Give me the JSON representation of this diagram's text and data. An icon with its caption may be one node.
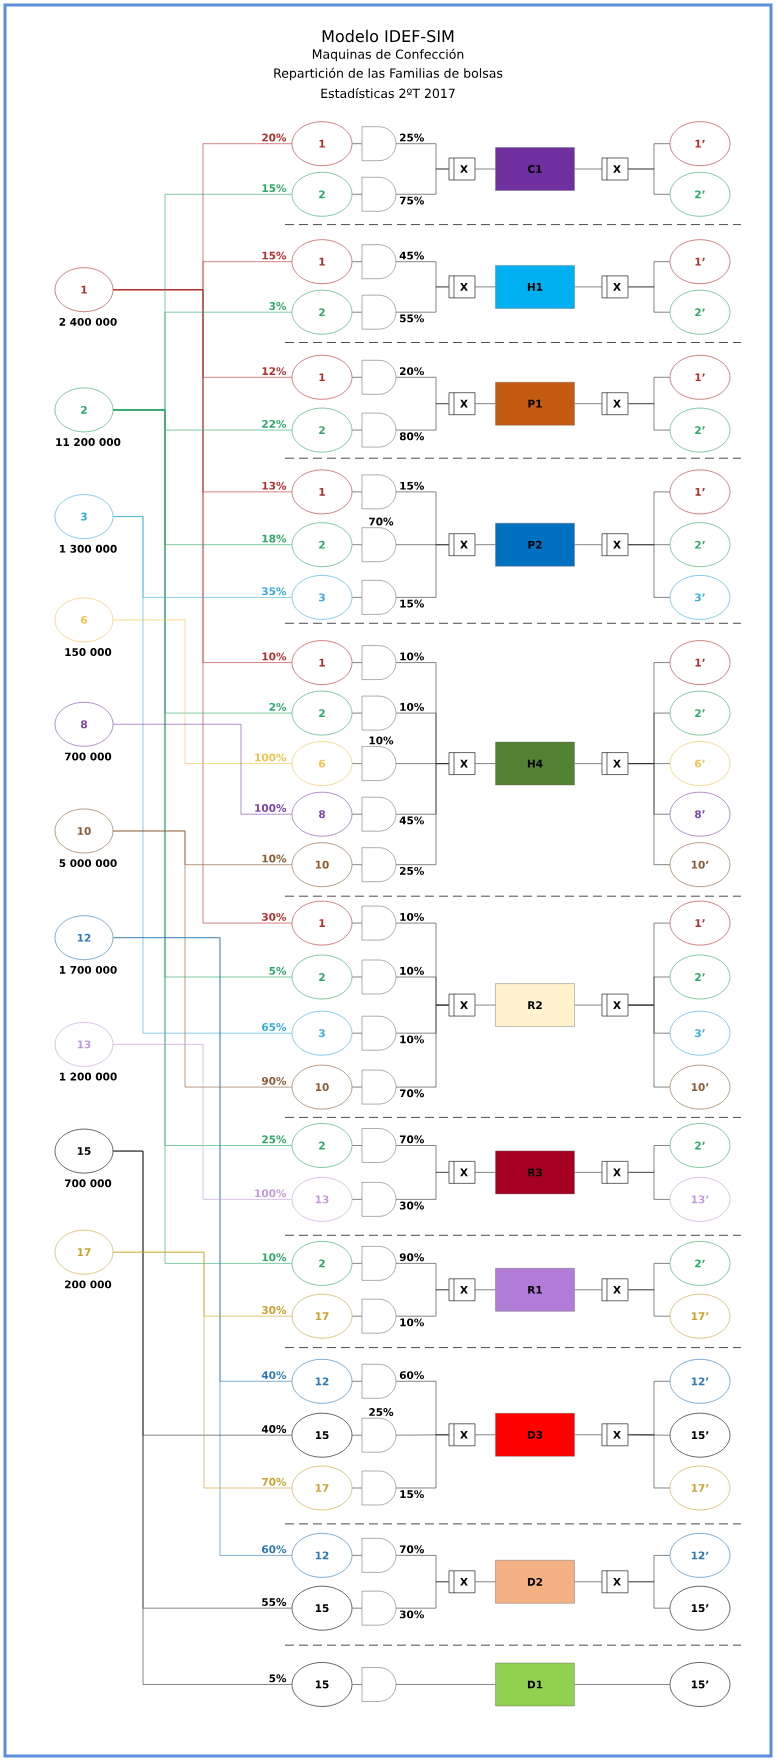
{
  "diagram": {
    "title": "Modelo IDEF-SIM",
    "labels": [
      "Maquinas de Confección",
      "Repartición de las Familias de bolsas",
      "Estadísticas 2ºT 2017"
    ],
    "nodes": [
      {
        "text": [
          "1"
        ],
        "beside": [
          "2 400 000"
        ]
      },
      {
        "text": [
          "2"
        ],
        "beside": [
          "11 200 000"
        ]
      },
      {
        "text": [
          "3"
        ],
        "beside": [
          "1 300 000"
        ]
      },
      {
        "text": [
          "6"
        ],
        "beside": [
          "150 000"
        ]
      },
      {
        "text": [
          "8"
        ],
        "beside": [
          "700 000"
        ]
      },
      {
        "text": [
          "10"
        ],
        "beside": [
          "5 000 000"
        ]
      },
      {
        "text": [
          "12"
        ],
        "beside": [
          "1 700 000"
        ]
      },
      {
        "text": [
          "13"
        ],
        "beside": [
          "1 200 000"
        ]
      },
      {
        "text": [
          "15"
        ],
        "beside": [
          "700 000"
        ]
      },
      {
        "text": [
          "17"
        ],
        "beside": [
          "200 000"
        ]
      },
      {
        "text": [
          "1"
        ]
      },
      {
        "text": [
          "2"
        ]
      },
      {
        "text": [],
        "shape": "gate",
        "beside": [
          "25%"
        ]
      },
      {
        "text": [],
        "shape": "gate",
        "beside": [
          "75%"
        ]
      },
      {
        "text": [
          "X"
        ]
      },
      {
        "text": [
          "C1"
        ]
      },
      {
        "text": [
          "X"
        ]
      },
      {
        "text": [
          "1’"
        ]
      },
      {
        "text": [
          "2’"
        ]
      },
      {
        "text": [
          "1"
        ]
      },
      {
        "text": [
          "2"
        ]
      },
      {
        "text": [],
        "shape": "gate",
        "beside": [
          "45%"
        ]
      },
      {
        "text": [],
        "shape": "gate",
        "beside": [
          "55%"
        ]
      },
      {
        "text": [
          "X"
        ]
      },
      {
        "text": [
          "H1"
        ]
      },
      {
        "text": [
          "X"
        ]
      },
      {
        "text": [
          "1’"
        ]
      },
      {
        "text": [
          "2’"
        ]
      },
      {
        "text": [
          "1"
        ]
      },
      {
        "text": [
          "2"
        ]
      },
      {
        "text": [],
        "shape": "gate",
        "beside": [
          "20%"
        ]
      },
      {
        "text": [],
        "shape": "gate",
        "beside": [
          "80%"
        ]
      },
      {
        "text": [
          "X"
        ]
      },
      {
        "text": [
          "P1"
        ]
      },
      {
        "text": [
          "X"
        ]
      },
      {
        "text": [
          "1’"
        ]
      },
      {
        "text": [
          "2’"
        ]
      },
      {
        "text": [
          "1"
        ]
      },
      {
        "text": [
          "2"
        ]
      },
      {
        "text": [
          "3"
        ]
      },
      {
        "text": [],
        "shape": "gate",
        "beside": [
          "15%"
        ]
      },
      {
        "text": [],
        "shape": "gate",
        "beside": [
          "70%"
        ]
      },
      {
        "text": [],
        "shape": "gate",
        "beside": [
          "15%"
        ]
      },
      {
        "text": [
          "X"
        ]
      },
      {
        "text": [
          "P2"
        ]
      },
      {
        "text": [
          "X"
        ]
      },
      {
        "text": [
          "1’"
        ]
      },
      {
        "text": [
          "2’"
        ]
      },
      {
        "text": [
          "3’"
        ]
      },
      {
        "text": [
          "1"
        ]
      },
      {
        "text": [
          "2"
        ]
      },
      {
        "text": [
          "6"
        ]
      },
      {
        "text": [
          "8"
        ]
      },
      {
        "text": [
          "10"
        ]
      },
      {
        "text": [],
        "shape": "gate",
        "beside": [
          "10%"
        ]
      },
      {
        "text": [],
        "shape": "gate",
        "beside": [
          "10%"
        ]
      },
      {
        "text": [],
        "shape": "gate",
        "beside": [
          "10%"
        ]
      },
      {
        "text": [],
        "shape": "gate",
        "beside": [
          "45%"
        ]
      },
      {
        "text": [],
        "shape": "gate",
        "beside": [
          "25%"
        ]
      },
      {
        "text": [
          "X"
        ]
      },
      {
        "text": [
          "H4"
        ]
      },
      {
        "text": [
          "X"
        ]
      },
      {
        "text": [
          "1’"
        ]
      },
      {
        "text": [
          "2’"
        ]
      },
      {
        "text": [
          "6’"
        ]
      },
      {
        "text": [
          "8’"
        ]
      },
      {
        "text": [
          "10’"
        ]
      },
      {
        "text": [
          "1"
        ]
      },
      {
        "text": [
          "2"
        ]
      },
      {
        "text": [
          "3"
        ]
      },
      {
        "text": [
          "10"
        ]
      },
      {
        "text": [],
        "shape": "gate",
        "beside": [
          "10%"
        ]
      },
      {
        "text": [],
        "shape": "gate",
        "beside": [
          "10%"
        ]
      },
      {
        "text": [],
        "shape": "gate",
        "beside": [
          "10%"
        ]
      },
      {
        "text": [],
        "shape": "gate",
        "beside": [
          "70%"
        ]
      },
      {
        "text": [
          "X"
        ]
      },
      {
        "text": [
          "R2"
        ]
      },
      {
        "text": [
          "X"
        ]
      },
      {
        "text": [
          "1’"
        ]
      },
      {
        "text": [
          "2’"
        ]
      },
      {
        "text": [
          "3’"
        ]
      },
      {
        "text": [
          "10’"
        ]
      },
      {
        "text": [
          "2"
        ]
      },
      {
        "text": [
          "13"
        ]
      },
      {
        "text": [],
        "shape": "gate",
        "beside": [
          "70%"
        ]
      },
      {
        "text": [],
        "shape": "gate",
        "beside": [
          "30%"
        ]
      },
      {
        "text": [
          "X"
        ]
      },
      {
        "text": [
          "R3"
        ]
      },
      {
        "text": [
          "X"
        ]
      },
      {
        "text": [
          "2’"
        ]
      },
      {
        "text": [
          "13’"
        ]
      },
      {
        "text": [
          "2"
        ]
      },
      {
        "text": [
          "17"
        ]
      },
      {
        "text": [],
        "shape": "gate",
        "beside": [
          "90%"
        ]
      },
      {
        "text": [],
        "shape": "gate",
        "beside": [
          "10%"
        ]
      },
      {
        "text": [
          "X"
        ]
      },
      {
        "text": [
          "R1"
        ]
      },
      {
        "text": [
          "X"
        ]
      },
      {
        "text": [
          "2’"
        ]
      },
      {
        "text": [
          "17’"
        ]
      },
      {
        "text": [
          "12"
        ]
      },
      {
        "text": [
          "15"
        ]
      },
      {
        "text": [
          "17"
        ]
      },
      {
        "text": [],
        "shape": "gate",
        "beside": [
          "60%"
        ]
      },
      {
        "text": [],
        "shape": "gate",
        "beside": [
          "25%"
        ]
      },
      {
        "text": [],
        "shape": "gate",
        "beside": [
          "15%"
        ]
      },
      {
        "text": [
          "X"
        ]
      },
      {
        "text": [
          "D3"
        ]
      },
      {
        "text": [
          "X"
        ]
      },
      {
        "text": [
          "12’"
        ]
      },
      {
        "text": [
          "15’"
        ]
      },
      {
        "text": [
          "17’"
        ]
      },
      {
        "text": [
          "12"
        ]
      },
      {
        "text": [
          "15"
        ]
      },
      {
        "text": [],
        "shape": "gate",
        "beside": [
          "70%"
        ]
      },
      {
        "text": [],
        "shape": "gate",
        "beside": [
          "30%"
        ]
      },
      {
        "text": [
          "X"
        ]
      },
      {
        "text": [
          "D2"
        ]
      },
      {
        "text": [
          "X"
        ]
      },
      {
        "text": [
          "12’"
        ]
      },
      {
        "text": [
          "15’"
        ]
      },
      {
        "text": [
          "15"
        ]
      },
      {
        "text": [],
        "shape": "gate"
      },
      {
        "text": [
          "D1"
        ]
      },
      {
        "text": [
          "15’"
        ]
      }
    ],
    "edges": [
      {
        "from": 0,
        "to": 10,
        "arrow": "none",
        "label": "20%",
        "color": "#b0302e"
      },
      {
        "from": 0,
        "to": 19,
        "arrow": "none",
        "label": "15%",
        "color": "#b0302e"
      },
      {
        "from": 0,
        "to": 28,
        "arrow": "none",
        "label": "12%",
        "color": "#b0302e"
      },
      {
        "from": 0,
        "to": 37,
        "arrow": "none",
        "label": "13%",
        "color": "#b0302e"
      },
      {
        "from": 0,
        "to": 49,
        "arrow": "none",
        "label": "10%",
        "color": "#b0302e"
      },
      {
        "from": 0,
        "to": 67,
        "arrow": "none",
        "label": "30%",
        "color": "#b0302e"
      },
      {
        "from": 1,
        "to": 11,
        "arrow": "none",
        "label": "15%",
        "color": "#2ea866"
      },
      {
        "from": 1,
        "to": 20,
        "arrow": "none",
        "label": "3%",
        "color": "#2ea866"
      },
      {
        "from": 1,
        "to": 29,
        "arrow": "none",
        "label": "22%",
        "color": "#2ea866"
      },
      {
        "from": 1,
        "to": 38,
        "arrow": "none",
        "label": "18%",
        "color": "#2ea866"
      },
      {
        "from": 1,
        "to": 50,
        "arrow": "none",
        "label": "2%",
        "color": "#2ea866"
      },
      {
        "from": 1,
        "to": 68,
        "arrow": "none",
        "label": "5%",
        "color": "#2ea866"
      },
      {
        "from": 1,
        "to": 82,
        "arrow": "none",
        "label": "25%",
        "color": "#2ea866"
      },
      {
        "from": 1,
        "to": 91,
        "arrow": "none",
        "label": "10%",
        "color": "#2ea866"
      },
      {
        "from": 2,
        "to": 39,
        "arrow": "none",
        "label": "35%",
        "color": "#36acd8"
      },
      {
        "from": 2,
        "to": 69,
        "arrow": "none",
        "label": "65%",
        "color": "#36acd8"
      },
      {
        "from": 3,
        "to": 51,
        "arrow": "none",
        "label": "100%",
        "color": "#f0c24a"
      },
      {
        "from": 4,
        "to": 52,
        "arrow": "none",
        "label": "100%",
        "color": "#7d45a8"
      },
      {
        "from": 5,
        "to": 53,
        "arrow": "none",
        "label": "10%",
        "color": "#8c5a32"
      },
      {
        "from": 5,
        "to": 70,
        "arrow": "none",
        "label": "90%",
        "color": "#8c5a32"
      },
      {
        "from": 6,
        "to": 100,
        "arrow": "none",
        "label": "40%",
        "color": "#2b78b4"
      },
      {
        "from": 6,
        "to": 112,
        "arrow": "none",
        "label": "60%",
        "color": "#2b78b4"
      },
      {
        "from": 7,
        "to": 83,
        "arrow": "none",
        "label": "100%",
        "color": "#c39bdb"
      },
      {
        "from": 8,
        "to": 101,
        "arrow": "none",
        "label": "40%"
      },
      {
        "from": 8,
        "to": 113,
        "arrow": "none",
        "label": "55%"
      },
      {
        "from": 8,
        "to": 121,
        "arrow": "none",
        "label": "5%"
      },
      {
        "from": 9,
        "to": 92,
        "arrow": "none",
        "label": "30%",
        "color": "#c8a22c"
      },
      {
        "from": 9,
        "to": 102,
        "arrow": "none",
        "label": "70%",
        "color": "#c8a22c"
      },
      {
        "from": 10,
        "to": 12,
        "arrow": "none"
      },
      {
        "from": 11,
        "to": 13,
        "arrow": "none"
      },
      {
        "from": 12,
        "to": 14,
        "arrow": "none"
      },
      {
        "from": 13,
        "to": 14,
        "arrow": "none"
      },
      {
        "from": 14,
        "to": 15,
        "arrow": "none"
      },
      {
        "from": 15,
        "to": 16,
        "arrow": "none"
      },
      {
        "from": 16,
        "to": 17,
        "arrow": "none"
      },
      {
        "from": 16,
        "to": 18,
        "arrow": "none"
      },
      {
        "from": 19,
        "to": 21,
        "arrow": "none"
      },
      {
        "from": 20,
        "to": 22,
        "arrow": "none"
      },
      {
        "from": 21,
        "to": 23,
        "arrow": "none"
      },
      {
        "from": 22,
        "to": 23,
        "arrow": "none"
      },
      {
        "from": 23,
        "to": 24,
        "arrow": "none"
      },
      {
        "from": 24,
        "to": 25,
        "arrow": "none"
      },
      {
        "from": 25,
        "to": 26,
        "arrow": "none"
      },
      {
        "from": 25,
        "to": 27,
        "arrow": "none"
      },
      {
        "from": 28,
        "to": 30,
        "arrow": "none"
      },
      {
        "from": 29,
        "to": 31,
        "arrow": "none"
      },
      {
        "from": 30,
        "to": 32,
        "arrow": "none"
      },
      {
        "from": 31,
        "to": 32,
        "arrow": "none"
      },
      {
        "from": 32,
        "to": 33,
        "arrow": "none"
      },
      {
        "from": 33,
        "to": 34,
        "arrow": "none"
      },
      {
        "from": 34,
        "to": 35,
        "arrow": "none"
      },
      {
        "from": 34,
        "to": 36,
        "arrow": "none"
      },
      {
        "from": 37,
        "to": 40,
        "arrow": "none"
      },
      {
        "from": 38,
        "to": 41,
        "arrow": "none"
      },
      {
        "from": 39,
        "to": 42,
        "arrow": "none"
      },
      {
        "from": 40,
        "to": 43,
        "arrow": "none"
      },
      {
        "from": 41,
        "to": 43,
        "arrow": "none"
      },
      {
        "from": 42,
        "to": 43,
        "arrow": "none"
      },
      {
        "from": 43,
        "to": 44,
        "arrow": "none"
      },
      {
        "from": 44,
        "to": 45,
        "arrow": "none"
      },
      {
        "from": 45,
        "to": 46,
        "arrow": "none"
      },
      {
        "from": 45,
        "to": 47,
        "arrow": "none"
      },
      {
        "from": 45,
        "to": 48,
        "arrow": "none"
      },
      {
        "from": 49,
        "to": 54,
        "arrow": "none"
      },
      {
        "from": 50,
        "to": 55,
        "arrow": "none"
      },
      {
        "from": 51,
        "to": 56,
        "arrow": "none"
      },
      {
        "from": 52,
        "to": 57,
        "arrow": "none"
      },
      {
        "from": 53,
        "to": 58,
        "arrow": "none"
      },
      {
        "from": 54,
        "to": 59,
        "arrow": "none"
      },
      {
        "from": 55,
        "to": 59,
        "arrow": "none"
      },
      {
        "from": 56,
        "to": 59,
        "arrow": "none"
      },
      {
        "from": 57,
        "to": 59,
        "arrow": "none"
      },
      {
        "from": 58,
        "to": 59,
        "arrow": "none"
      },
      {
        "from": 59,
        "to": 60,
        "arrow": "none"
      },
      {
        "from": 60,
        "to": 61,
        "arrow": "none"
      },
      {
        "from": 61,
        "to": 62,
        "arrow": "none"
      },
      {
        "from": 61,
        "to": 63,
        "arrow": "none"
      },
      {
        "from": 61,
        "to": 64,
        "arrow": "none"
      },
      {
        "from": 61,
        "to": 65,
        "arrow": "none"
      },
      {
        "from": 61,
        "to": 66,
        "arrow": "none"
      },
      {
        "from": 67,
        "to": 71,
        "arrow": "none"
      },
      {
        "from": 68,
        "to": 72,
        "arrow": "none"
      },
      {
        "from": 69,
        "to": 73,
        "arrow": "none"
      },
      {
        "from": 70,
        "to": 74,
        "arrow": "none"
      },
      {
        "from": 71,
        "to": 75,
        "arrow": "none"
      },
      {
        "from": 72,
        "to": 75,
        "arrow": "none"
      },
      {
        "from": 73,
        "to": 75,
        "arrow": "none"
      },
      {
        "from": 74,
        "to": 75,
        "arrow": "none"
      },
      {
        "from": 75,
        "to": 76,
        "arrow": "none"
      },
      {
        "from": 76,
        "to": 77,
        "arrow": "none"
      },
      {
        "from": 77,
        "to": 78,
        "arrow": "none"
      },
      {
        "from": 77,
        "to": 79,
        "arrow": "none"
      },
      {
        "from": 77,
        "to": 80,
        "arrow": "none"
      },
      {
        "from": 77,
        "to": 81,
        "arrow": "none"
      },
      {
        "from": 82,
        "to": 84,
        "arrow": "none"
      },
      {
        "from": 83,
        "to": 85,
        "arrow": "none"
      },
      {
        "from": 84,
        "to": 86,
        "arrow": "none"
      },
      {
        "from": 85,
        "to": 86,
        "arrow": "none"
      },
      {
        "from": 86,
        "to": 87,
        "arrow": "none"
      },
      {
        "from": 87,
        "to": 88,
        "arrow": "none"
      },
      {
        "from": 88,
        "to": 89,
        "arrow": "none"
      },
      {
        "from": 88,
        "to": 90,
        "arrow": "none"
      },
      {
        "from": 91,
        "to": 93,
        "arrow": "none"
      },
      {
        "from": 92,
        "to": 94,
        "arrow": "none"
      },
      {
        "from": 93,
        "to": 95,
        "arrow": "none"
      },
      {
        "from": 94,
        "to": 95,
        "arrow": "none"
      },
      {
        "from": 95,
        "to": 96,
        "arrow": "none"
      },
      {
        "from": 96,
        "to": 97,
        "arrow": "none"
      },
      {
        "from": 97,
        "to": 98,
        "arrow": "none"
      },
      {
        "from": 97,
        "to": 99,
        "arrow": "none"
      },
      {
        "from": 100,
        "to": 103,
        "arrow": "none"
      },
      {
        "from": 101,
        "to": 104,
        "arrow": "none"
      },
      {
        "from": 102,
        "to": 105,
        "arrow": "none"
      },
      {
        "from": 103,
        "to": 106,
        "arrow": "none"
      },
      {
        "from": 104,
        "to": 106,
        "arrow": "none"
      },
      {
        "from": 105,
        "to": 106,
        "arrow": "none"
      },
      {
        "from": 106,
        "to": 107,
        "arrow": "none"
      },
      {
        "from": 107,
        "to": 108,
        "arrow": "none"
      },
      {
        "from": 108,
        "to": 109,
        "arrow": "none"
      },
      {
        "from": 108,
        "to": 110,
        "arrow": "none"
      },
      {
        "from": 108,
        "to": 111,
        "arrow": "none"
      },
      {
        "from": 112,
        "to": 114,
        "arrow": "none"
      },
      {
        "from": 113,
        "to": 115,
        "arrow": "none"
      },
      {
        "from": 114,
        "to": 116,
        "arrow": "none"
      },
      {
        "from": 115,
        "to": 116,
        "arrow": "none"
      },
      {
        "from": 116,
        "to": 117,
        "arrow": "none"
      },
      {
        "from": 117,
        "to": 118,
        "arrow": "none"
      },
      {
        "from": 118,
        "to": 119,
        "arrow": "none"
      },
      {
        "from": 118,
        "to": 120,
        "arrow": "none"
      },
      {
        "from": 121,
        "to": 122,
        "arrow": "none"
      },
      {
        "from": 122,
        "to": 123,
        "arrow": "none"
      },
      {
        "from": 123,
        "to": 124,
        "arrow": "none"
      }
    ]
  }
}
